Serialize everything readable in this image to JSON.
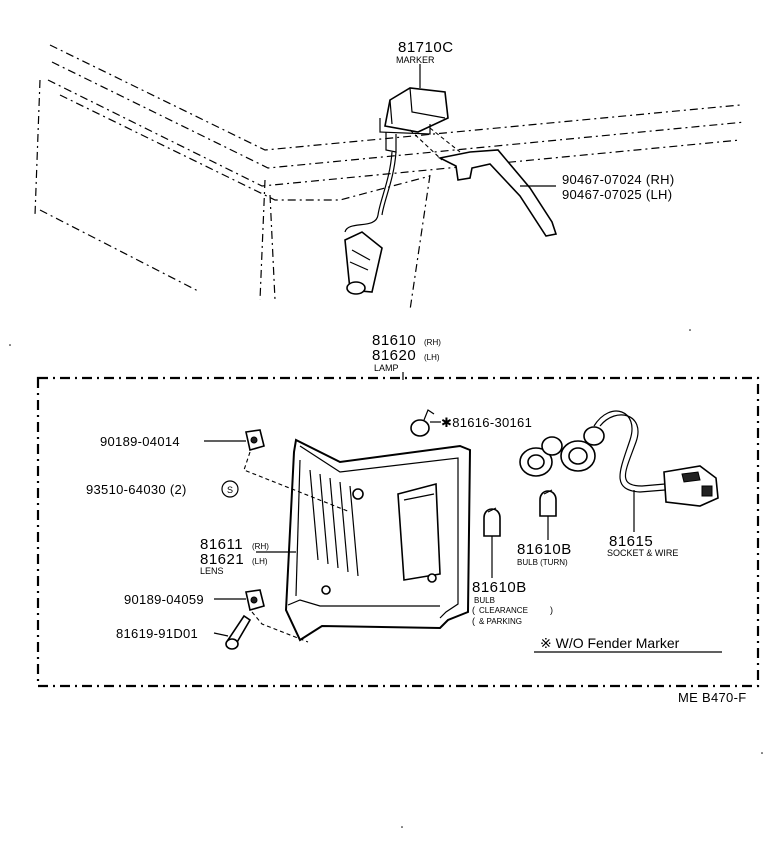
{
  "labels": {
    "marker_pn": "81710C",
    "marker_name": "MARKER",
    "bracket_rh": "90467-07024 (RH)",
    "bracket_lh": "90467-07025 (LH)",
    "lamp_pn_rh": "81610",
    "lamp_pn_rh_side": "(RH)",
    "lamp_pn_lh": "81620",
    "lamp_pn_lh_side": "(LH)",
    "lamp_name": "LAMP",
    "bulb_small": "✱81616-30161",
    "clip_top": "90189-04014",
    "screw_s": "93510-64030 (2)",
    "screw_s_symbol": "S",
    "lens_rh": "81611",
    "lens_rh_side": "(RH)",
    "lens_lh": "81621",
    "lens_lh_side": "(LH)",
    "lens_name": "LENS",
    "clip_bottom": "90189-04059",
    "screw_bottom": "81619-91D01",
    "bulb_turn_pn": "81610B",
    "bulb_turn_name": "BULB (TURN)",
    "bulb_clear_pn": "81610B",
    "bulb_clear_name": "BULB",
    "bulb_clear_desc1": "CLEARANCE",
    "bulb_clear_desc2": "& PARKING",
    "socket_pn": "81615",
    "socket_name": "SOCKET & WIRE",
    "note": "※ W/O Fender Marker",
    "figure_code": "ME B470-F"
  }
}
